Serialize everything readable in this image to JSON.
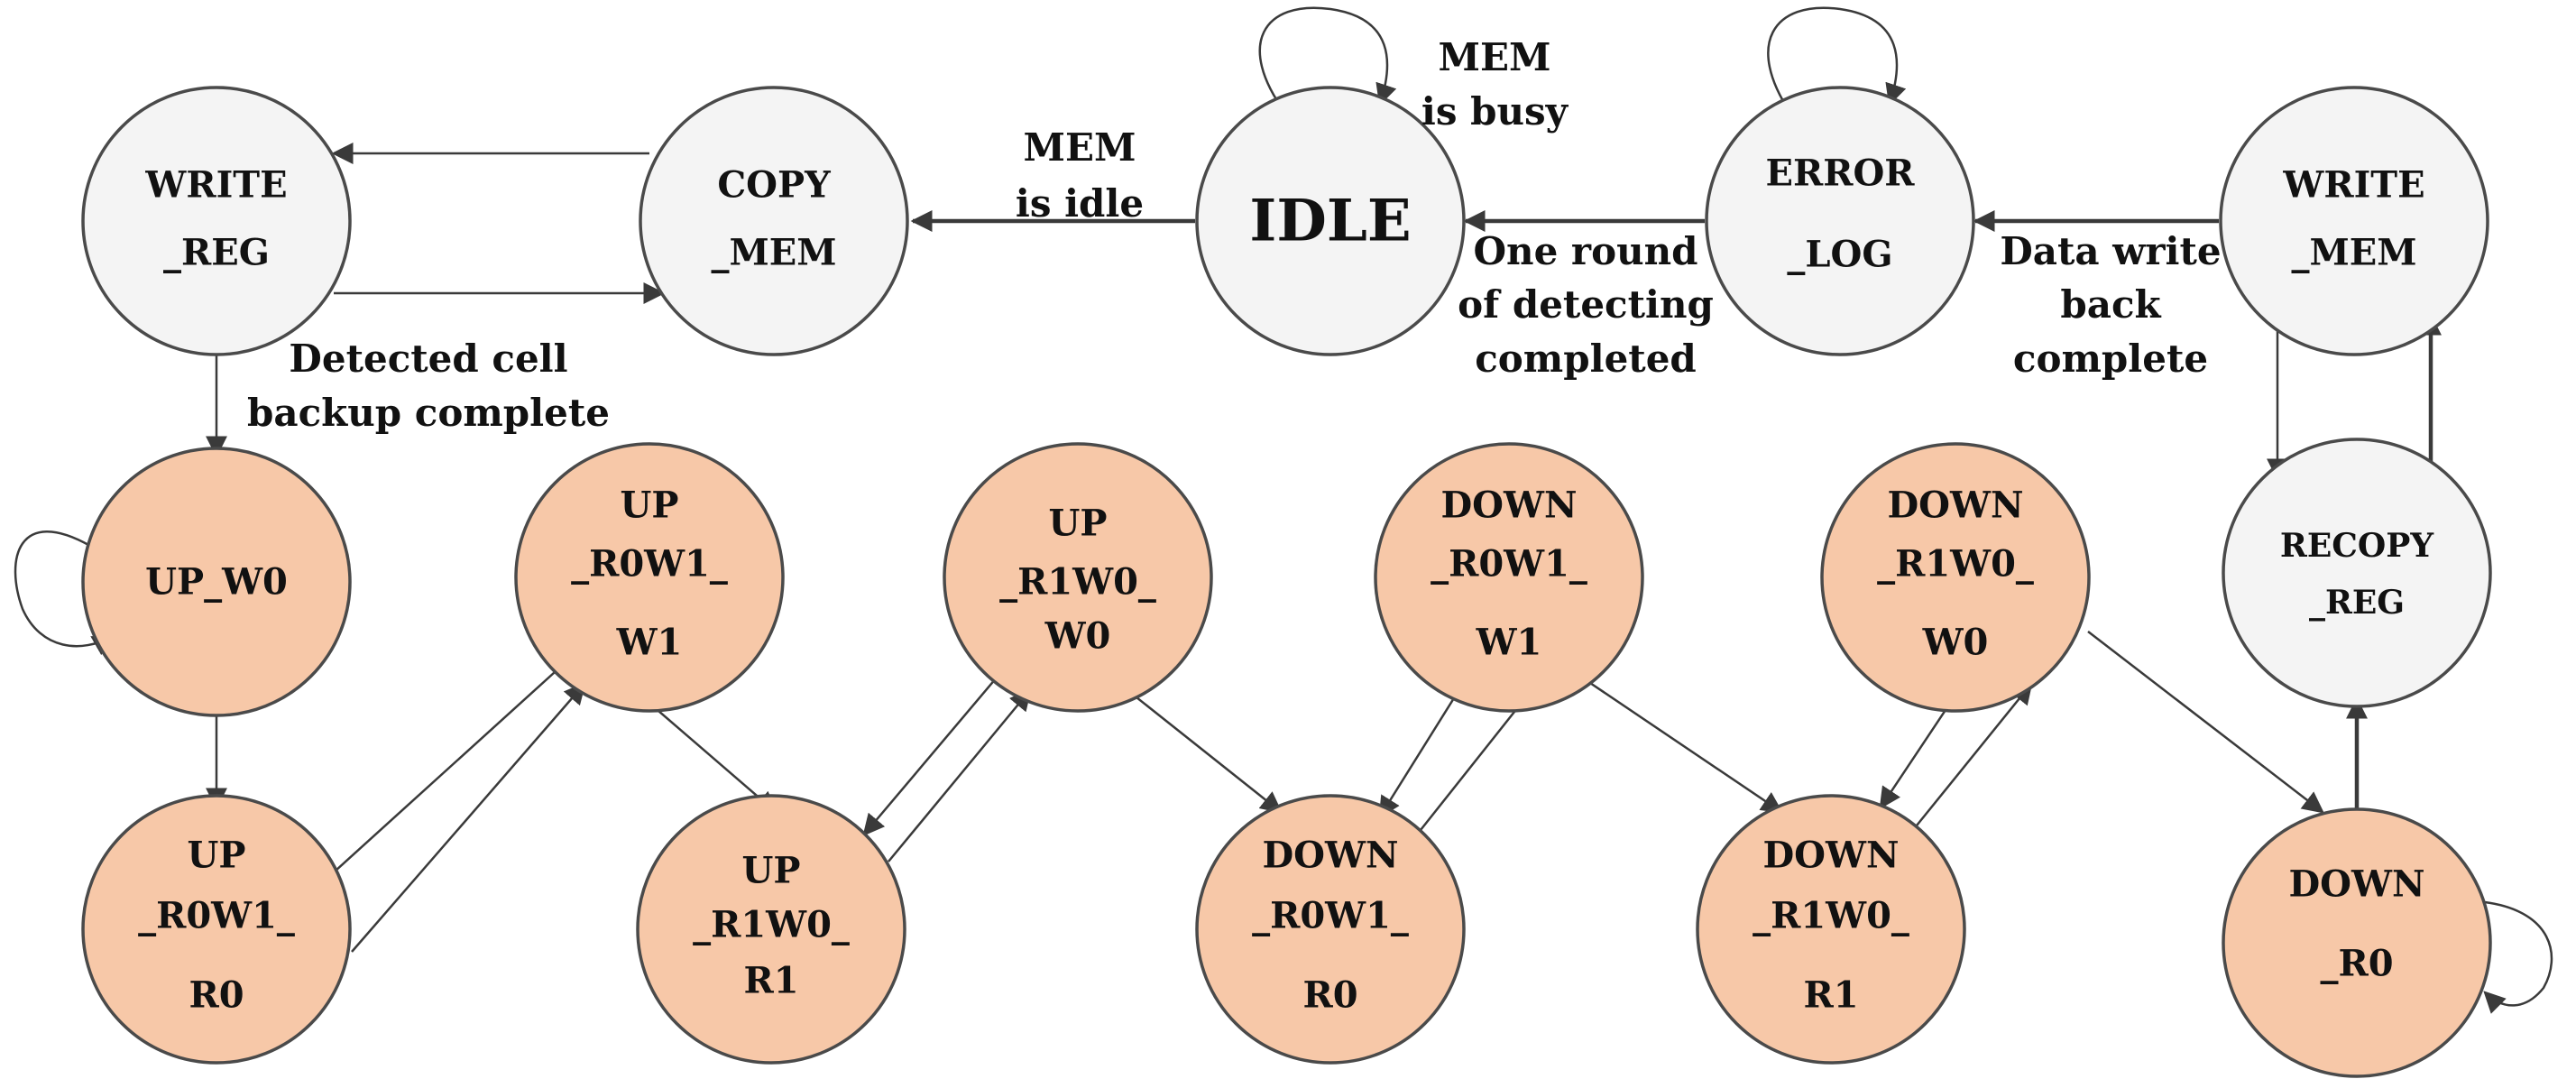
{
  "states": {
    "write_reg": {
      "lines": [
        "WRITE",
        "_REG"
      ]
    },
    "copy_mem": {
      "lines": [
        "COPY",
        "_MEM"
      ]
    },
    "idle": {
      "lines": [
        "IDLE"
      ]
    },
    "error_log": {
      "lines": [
        "ERROR",
        "_LOG"
      ]
    },
    "write_mem": {
      "lines": [
        "WRITE",
        "_MEM"
      ]
    },
    "recopy_reg": {
      "lines": [
        "RECOPY",
        "_REG"
      ]
    },
    "up_w0": {
      "lines": [
        "UP_W0"
      ]
    },
    "up_r0w1_r0": {
      "lines": [
        "UP",
        "_R0W1_",
        "R0"
      ]
    },
    "up_r0w1_w1": {
      "lines": [
        "UP",
        "_R0W1_",
        "W1"
      ]
    },
    "up_r1w0_r1": {
      "lines": [
        "UP",
        "_R1W0_",
        "R1"
      ]
    },
    "up_r1w0_w0": {
      "lines": [
        "UP",
        "_R1W0_",
        "W0"
      ]
    },
    "down_r0w1_r0": {
      "lines": [
        "DOWN",
        "_R0W1_",
        "R0"
      ]
    },
    "down_r0w1_w1": {
      "lines": [
        "DOWN",
        "_R0W1_",
        "W1"
      ]
    },
    "down_r1w0_r1": {
      "lines": [
        "DOWN",
        "_R1W0_",
        "R1"
      ]
    },
    "down_r1w0_w0": {
      "lines": [
        "DOWN",
        "_R1W0_",
        "W0"
      ]
    },
    "down_r0": {
      "lines": [
        "DOWN",
        "_R0"
      ]
    }
  },
  "labels": {
    "mem_busy": [
      "MEM",
      "is busy"
    ],
    "mem_idle": [
      "MEM",
      "is idle"
    ],
    "round_done": [
      "One round",
      "of detecting",
      "completed"
    ],
    "write_back": [
      "Data write",
      "back",
      "complete"
    ],
    "backup_done": [
      "Detected cell",
      "backup complete"
    ]
  },
  "colors": {
    "control_state": "#f4f4f4",
    "test_state": "#f7c8a8",
    "stroke": "#4a4a4a"
  }
}
